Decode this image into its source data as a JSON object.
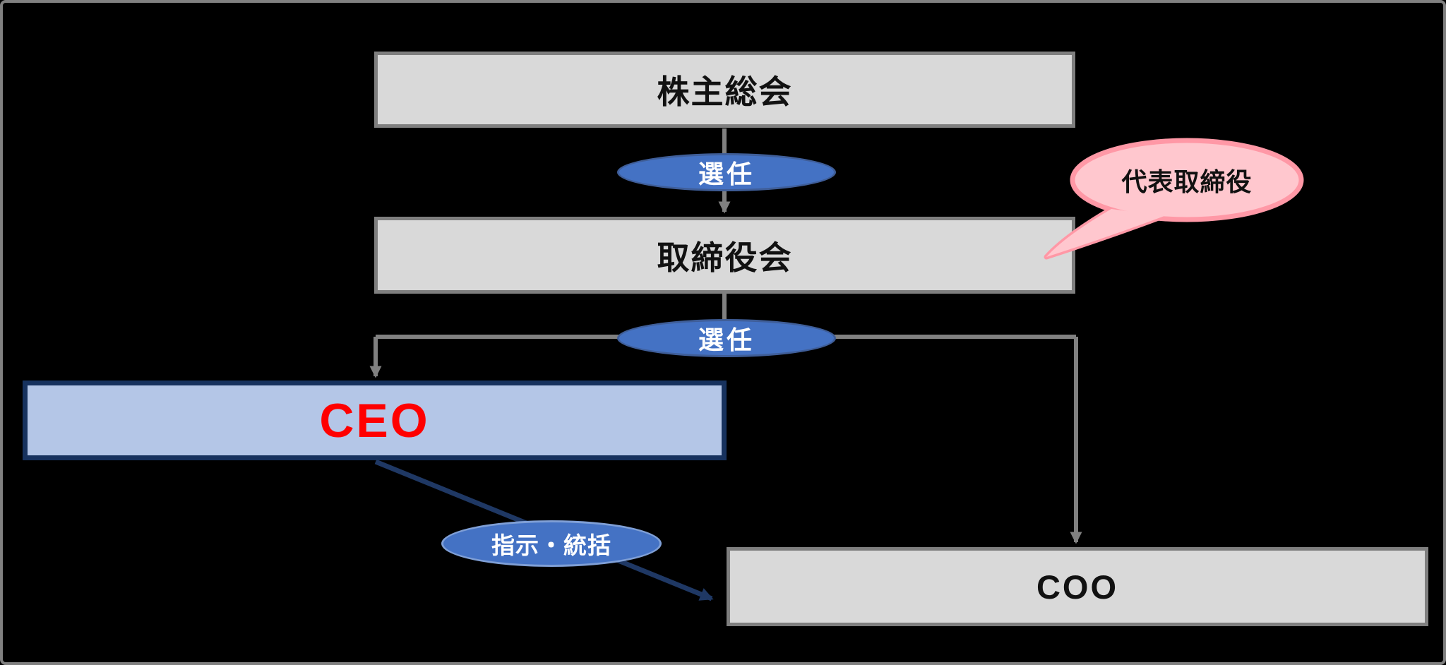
{
  "diagram": {
    "nodes": {
      "shareholders": {
        "label": "株主総会"
      },
      "board": {
        "label": "取締役会"
      },
      "ceo": {
        "label": "CEO"
      },
      "coo": {
        "label": "COO"
      }
    },
    "connectors": {
      "appoint1": {
        "label": "選任"
      },
      "appoint2": {
        "label": "選任"
      },
      "direct": {
        "label": "指示・統括"
      }
    },
    "callout": {
      "label": "代表取締役"
    }
  },
  "colors": {
    "canvas_border": "#808080",
    "box_fill": "#d9d9d9",
    "box_border": "#7f7f7f",
    "ceo_fill": "#b4c6e7",
    "ceo_border": "#17325e",
    "ceo_text": "#ff0000",
    "oval_fill": "#4472c4",
    "oval_border": "#3f5e99",
    "direct_oval_border": "#7f9fd6",
    "bubble_fill": "#ffc7ce",
    "bubble_border": "#ff98a6",
    "arrow_gray": "#808080",
    "arrow_navy": "#1f3864"
  }
}
